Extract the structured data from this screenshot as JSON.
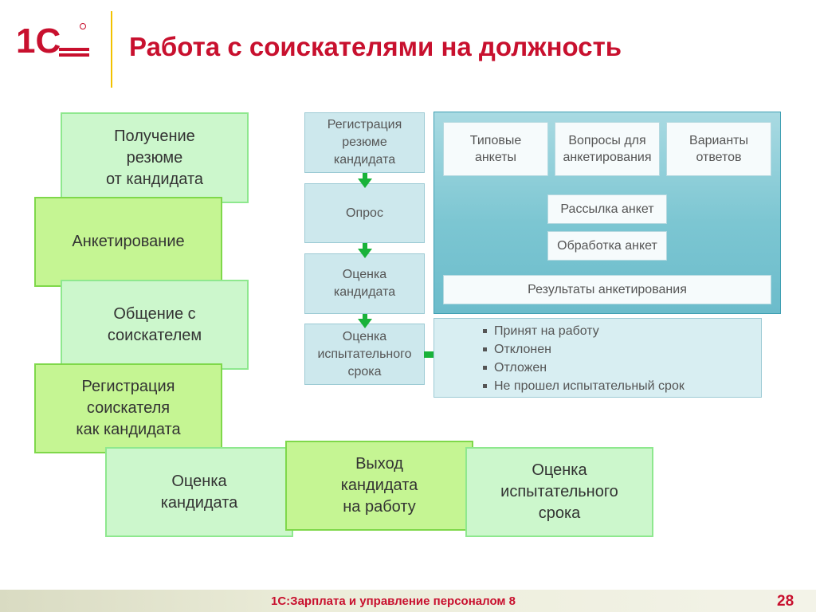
{
  "header": {
    "logo_text": "1С",
    "title": "Работа с соискателями на должность"
  },
  "stairs": [
    {
      "label": "Получение\nрезюме\nот кандидата"
    },
    {
      "label": "Анкетирование"
    },
    {
      "label": "Общение с\nсоискателем"
    },
    {
      "label": "Регистрация\nсоискателя\nкак кандидата"
    },
    {
      "label": "Оценка\nкандидата"
    },
    {
      "label": "Выход\nкандидата\nна работу"
    },
    {
      "label": "Оценка\nиспытательного\nсрока"
    }
  ],
  "flow": [
    {
      "label": "Регистрация\nрезюме\nкандидата"
    },
    {
      "label": "Опрос"
    },
    {
      "label": "Оценка\nкандидата"
    },
    {
      "label": "Оценка\nиспытательного\nсрока"
    }
  ],
  "questionnaire": {
    "top_items": [
      "Типовые\nанкеты",
      "Вопросы для\nанкетирования",
      "Варианты\nответов"
    ],
    "mailing": "Рассылка анкет",
    "processing": "Обработка анкет",
    "results": "Результаты анкетирования"
  },
  "outcomes": [
    "Принят на работу",
    "Отклонен",
    "Отложен",
    "Не прошел испытательный срок"
  ],
  "footer": {
    "product": "1С:Зарплата и управление персоналом 8",
    "page": "28"
  },
  "colors": {
    "brand_red": "#c8102e",
    "accent_yellow": "#f2c200",
    "arrow_green": "#19b23a"
  }
}
